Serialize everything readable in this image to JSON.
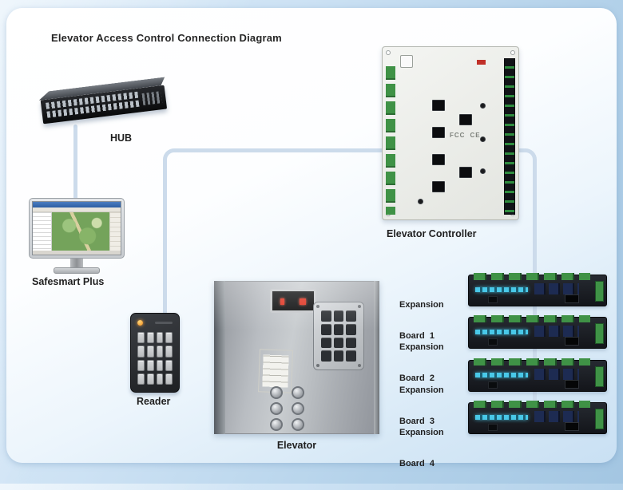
{
  "title": "Elevator Access Control Connection Diagram",
  "nodes": {
    "hub": {
      "label": "HUB"
    },
    "software": {
      "label": "Safesmart Plus"
    },
    "reader": {
      "label": "Reader"
    },
    "elevator": {
      "label": "Elevator"
    },
    "controller": {
      "label": "Elevator Controller",
      "marks": {
        "fcc": "FCC",
        "ce": "CE"
      }
    },
    "expansion_boards": [
      {
        "line1": "Expansion",
        "line2": "Board  1"
      },
      {
        "line1": "Expansion",
        "line2": "Board  2"
      },
      {
        "line1": "Expansion",
        "line2": "Board  3"
      },
      {
        "line1": "Expansion",
        "line2": "Board  4"
      }
    ]
  },
  "colors": {
    "connector": "#ccdbeb",
    "panel_background": "#ffffff",
    "outer_background": "#b4d2ea",
    "terminal_green": "#3f9246",
    "led_orange": "#f08a1d"
  }
}
